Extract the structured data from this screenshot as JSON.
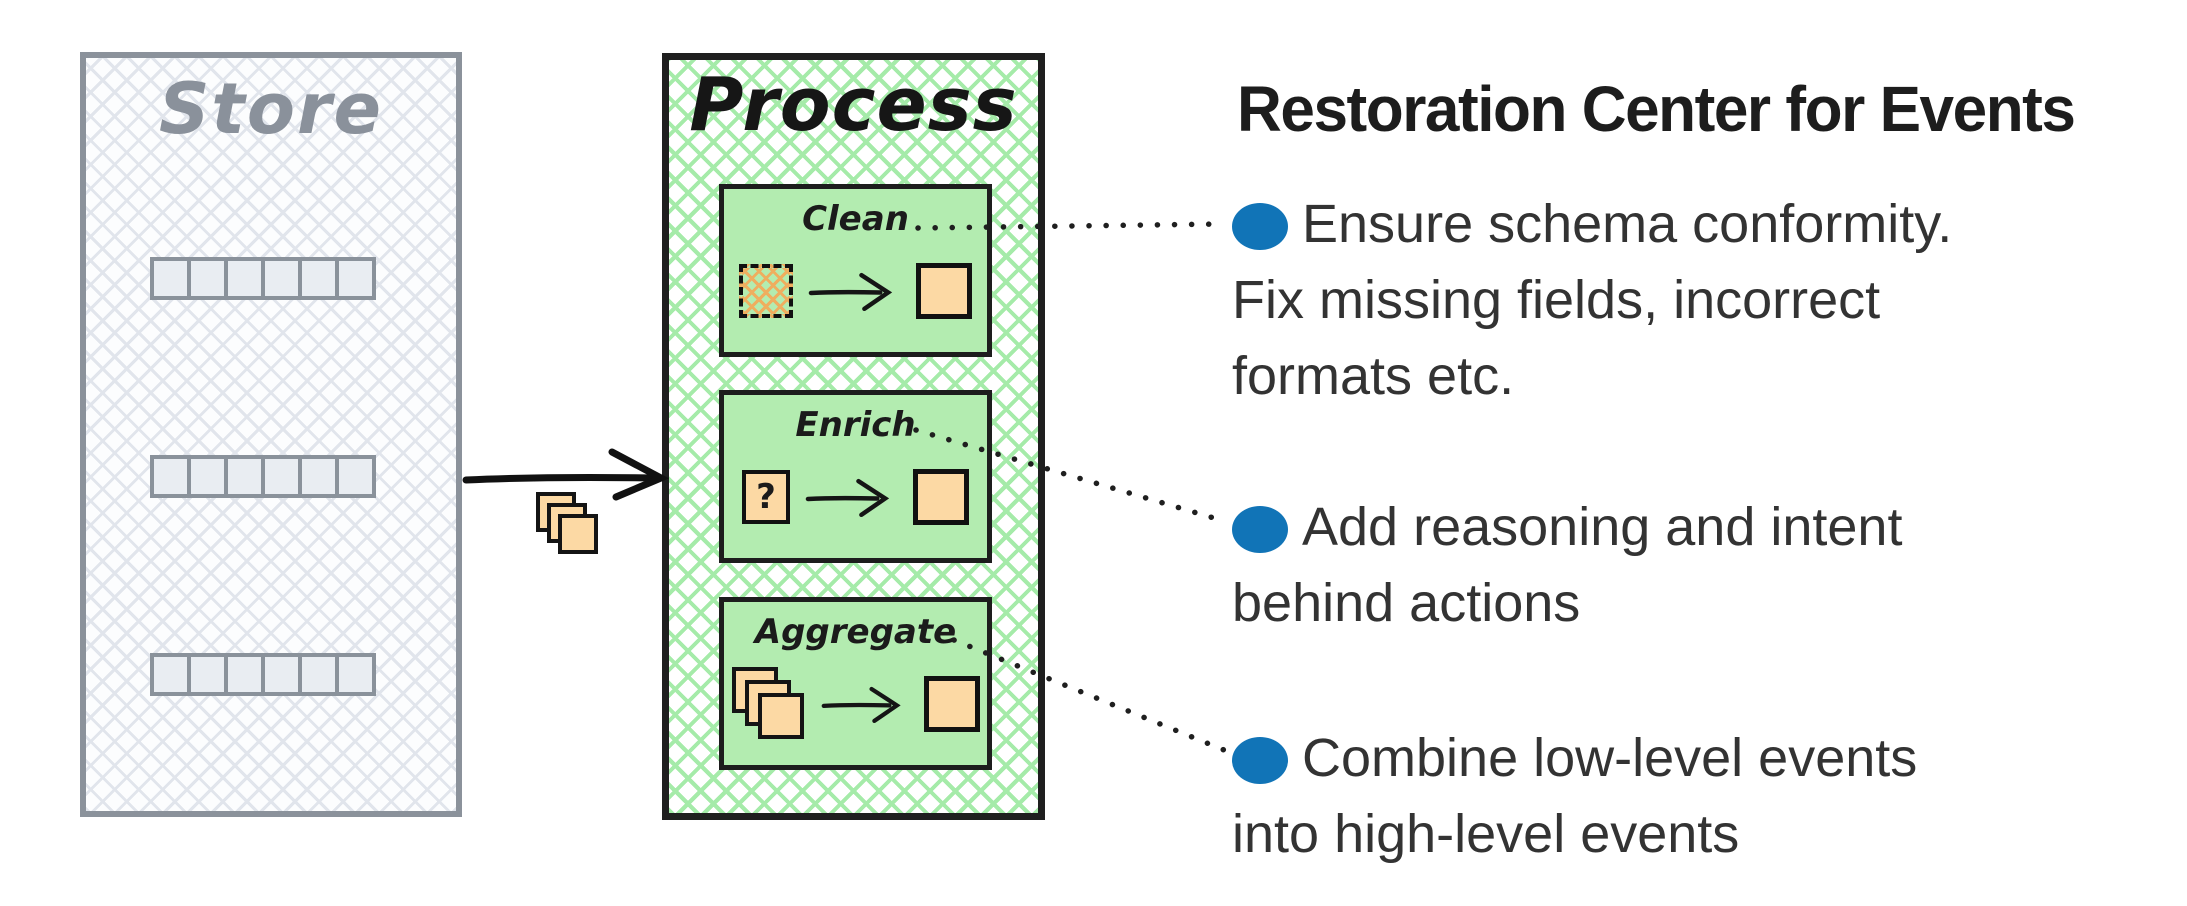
{
  "store": {
    "title": "Store",
    "rows": 3,
    "cells_per_row": 6
  },
  "process": {
    "title": "Process",
    "steps": [
      {
        "label": "Clean",
        "input_icon": "hatched-square-icon",
        "output_icon": "orange-square-icon"
      },
      {
        "label": "Enrich",
        "input_icon": "question-square-icon",
        "output_icon": "orange-square-icon"
      },
      {
        "label": "Aggregate",
        "input_icon": "stacked-squares-icon",
        "output_icon": "orange-square-icon"
      }
    ],
    "question_mark": "?"
  },
  "notes": {
    "title": "Restoration Center for Events",
    "items": [
      {
        "lines": [
          "Ensure schema conformity.",
          "Fix missing fields, incorrect",
          "formats etc."
        ]
      },
      {
        "lines": [
          "Add reasoning and intent",
          "behind actions"
        ]
      },
      {
        "lines": [
          "Combine low-level events",
          "into high-level events"
        ]
      }
    ]
  },
  "colors": {
    "bullet_blue": "#1174b7",
    "process_green_hatch": "#a5eba9",
    "step_green_fill": "#b3ecb0",
    "orange_fill": "#fcd9a4",
    "orange_hatch": "#efae5f",
    "store_gray": "#8b929b",
    "store_hatch": "#e1e5ec",
    "ink_black": "#1d1d1d",
    "text_gray": "#333333"
  }
}
